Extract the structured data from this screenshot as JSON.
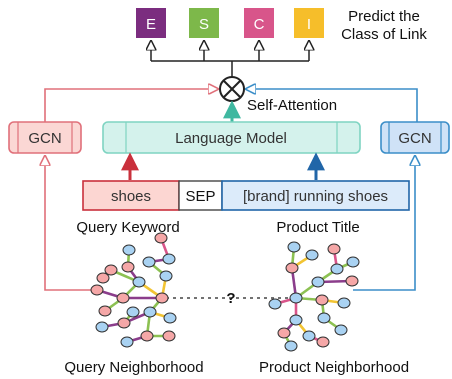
{
  "classes": [
    {
      "letter": "E",
      "color": "#7b2d7f"
    },
    {
      "letter": "S",
      "color": "#7db84a"
    },
    {
      "letter": "C",
      "color": "#d8558a"
    },
    {
      "letter": "I",
      "color": "#f6be2a"
    }
  ],
  "predict_line1": "Predict the",
  "predict_line2": "Class of Link",
  "self_attention": "Self-Attention",
  "language_model": "Language Model",
  "gcn_left": "GCN",
  "gcn_right": "GCN",
  "query_token": "shoes",
  "sep_token": "SEP",
  "product_token": "[brand] running shoes",
  "query_keyword": "Query Keyword",
  "product_title": "Product Title",
  "link_question": "?",
  "query_neighborhood": "Query Neighborhood",
  "product_neighborhood": "Product Neighborhood",
  "colors": {
    "query": "#e0707a",
    "product": "#3b8ec8",
    "lm": "#3fb8a0",
    "edge_purple": "#8b3d8b",
    "edge_green": "#8cc152",
    "edge_pink": "#d9558a",
    "edge_yellow": "#f2c433"
  }
}
